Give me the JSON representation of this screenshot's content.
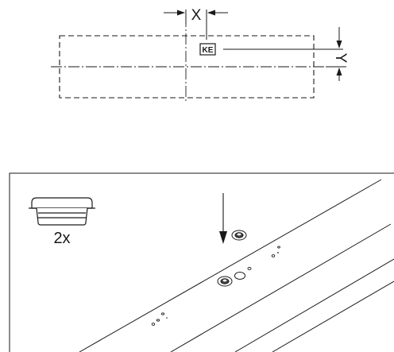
{
  "diagram": {
    "dimension_x_label": "X",
    "dimension_y_label": "Y",
    "reference_mark_label": "KE",
    "quantity_label": "2x"
  }
}
